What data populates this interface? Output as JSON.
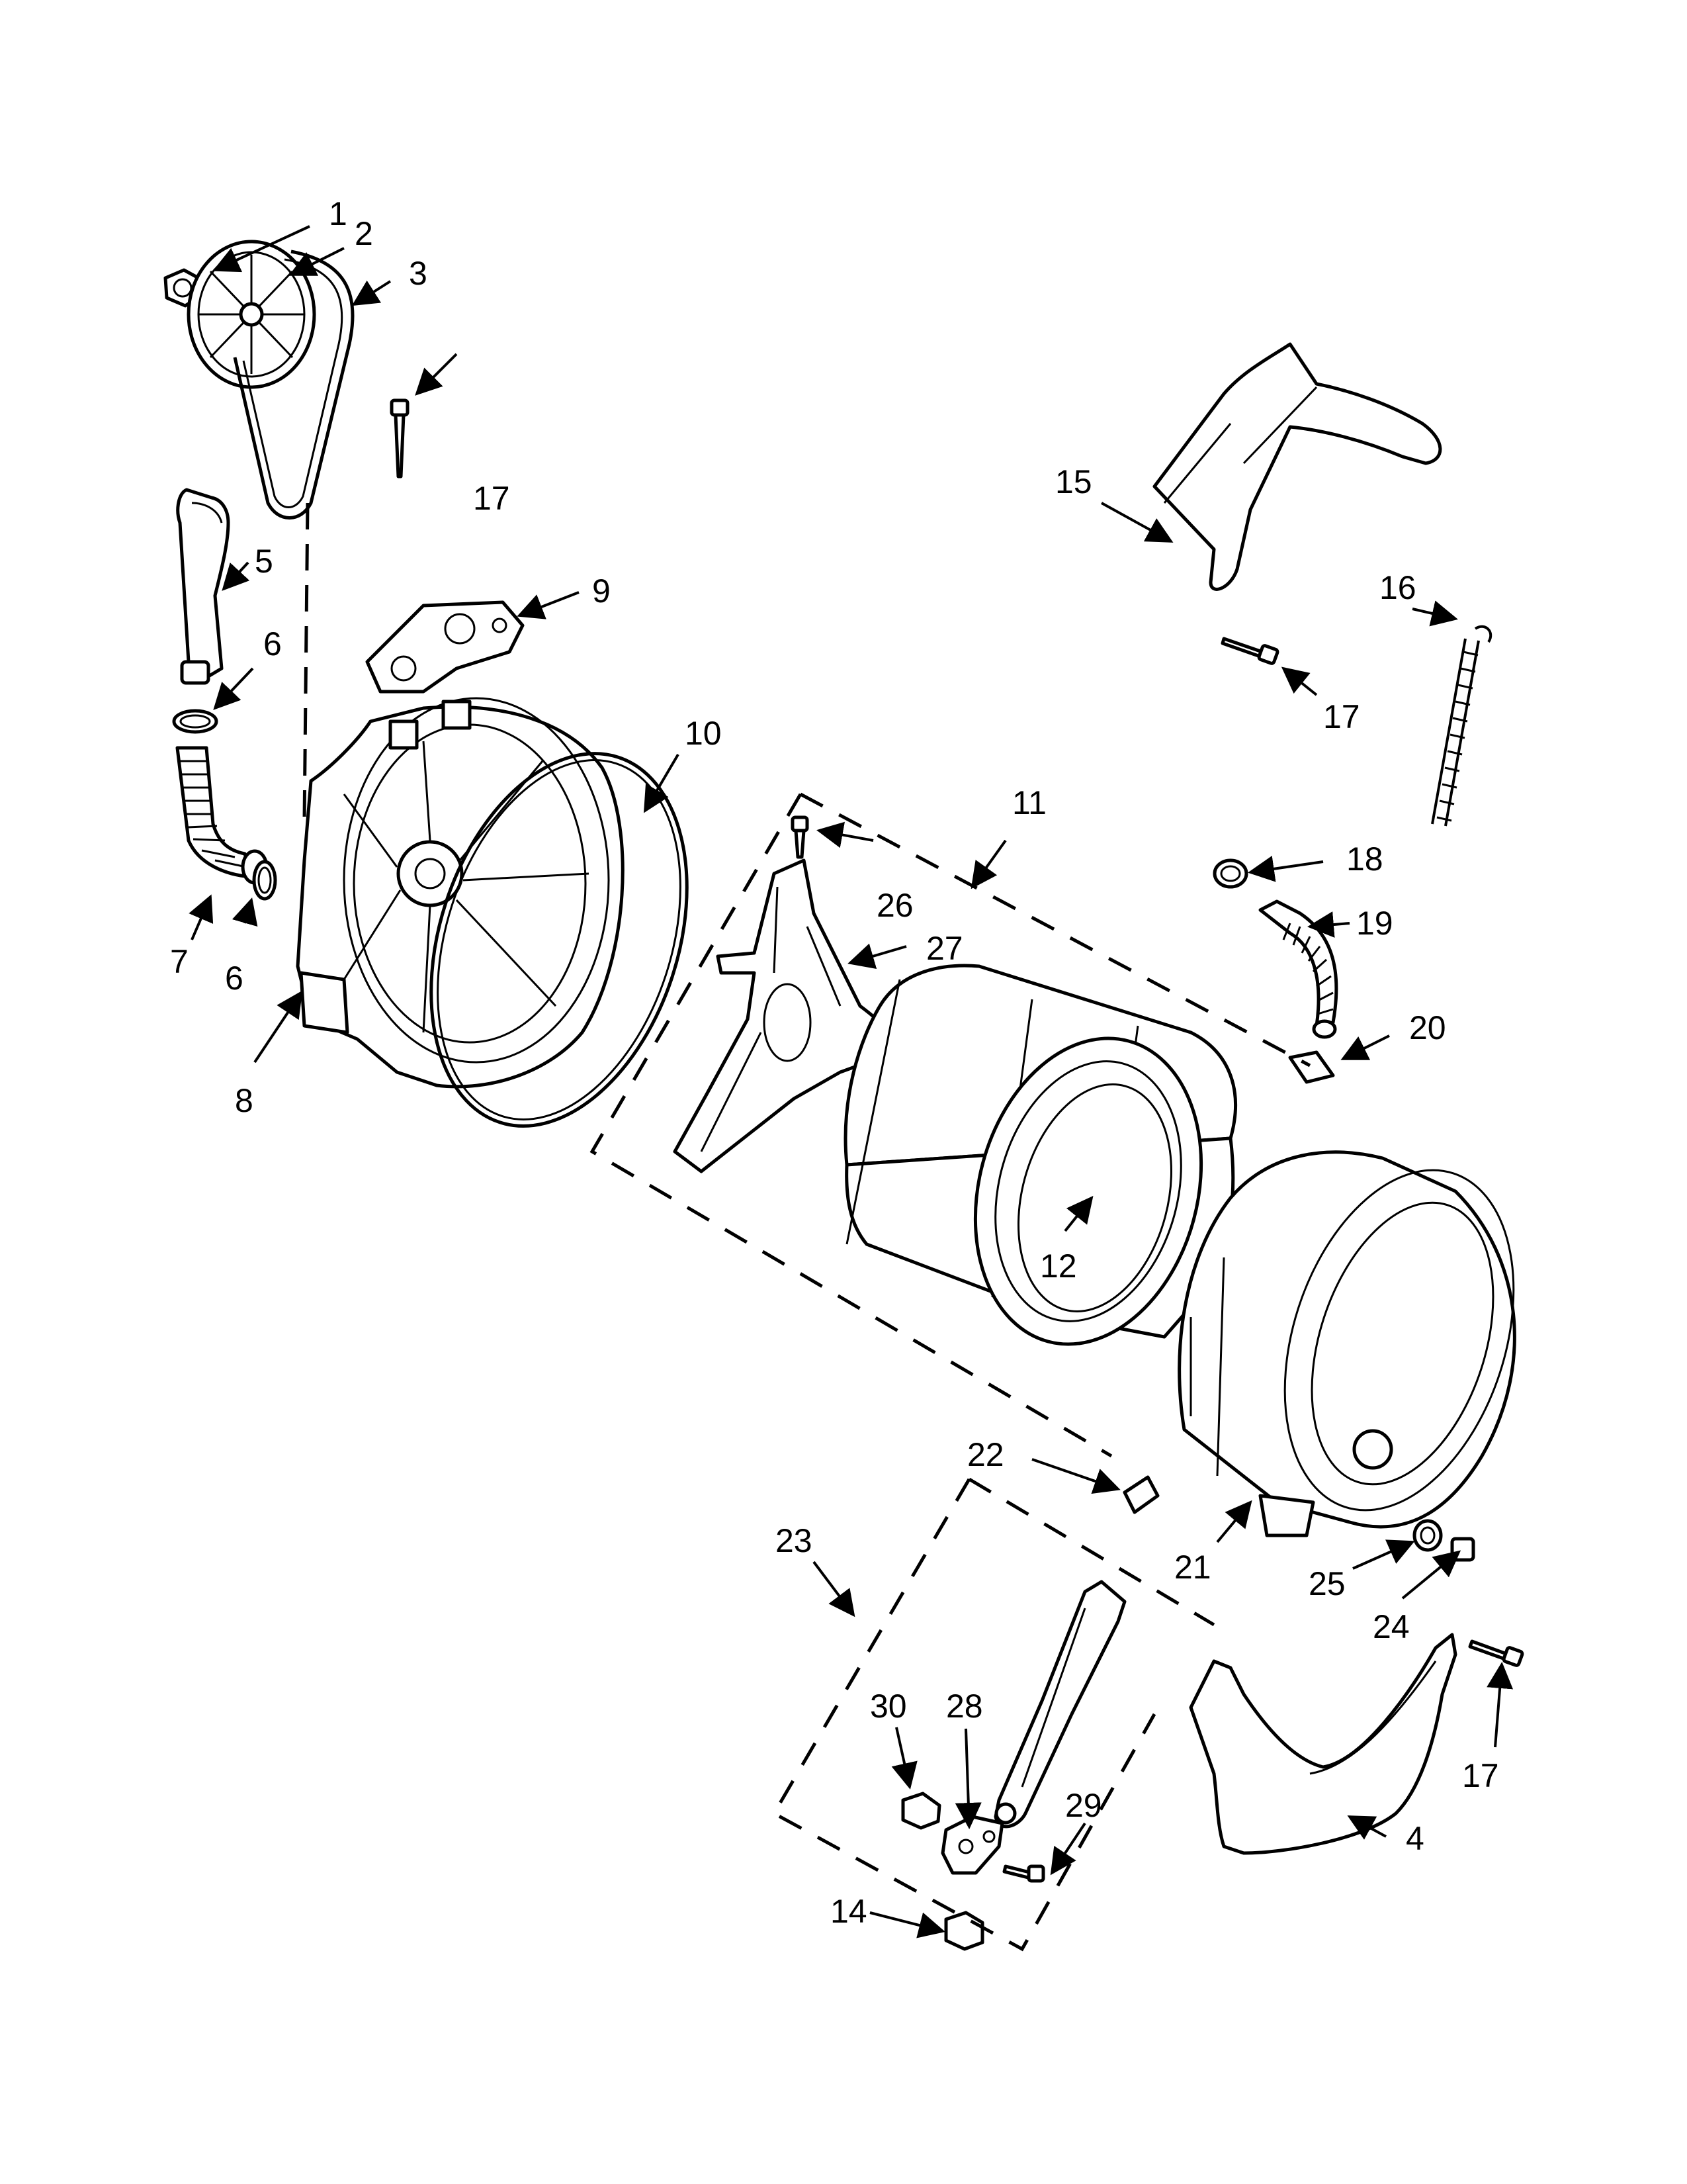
{
  "callouts": {
    "c1": "1",
    "c2": "2",
    "c3": "3",
    "c4": "4",
    "c5": "5",
    "c6a": "6",
    "c6b": "6",
    "c7": "7",
    "c8": "8",
    "c9": "9",
    "c10": "10",
    "c11": "11",
    "c12": "12",
    "c14": "14",
    "c15": "15",
    "c16": "16",
    "c17a": "17",
    "c17b": "17",
    "c17c": "17",
    "c18": "18",
    "c19": "19",
    "c20": "20",
    "c21": "21",
    "c22": "22",
    "c23": "23",
    "c24": "24",
    "c25": "25",
    "c26": "26",
    "c27": "27",
    "c28": "28",
    "c29": "29",
    "c30": "30"
  }
}
